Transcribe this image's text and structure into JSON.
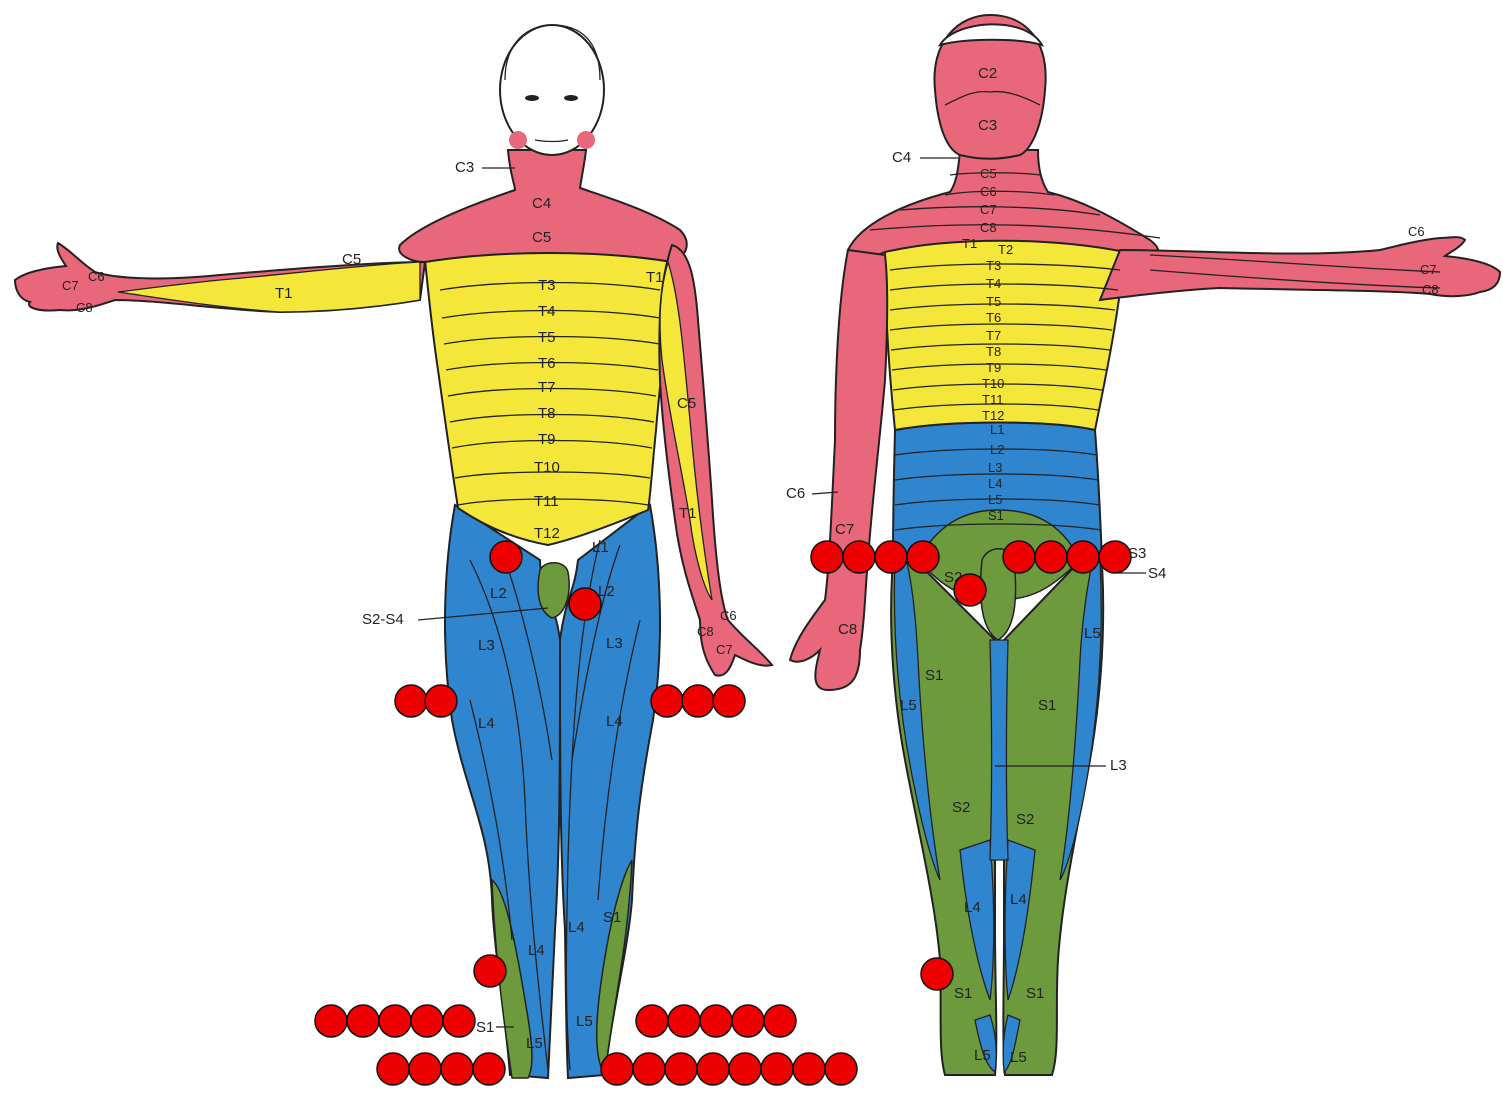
{
  "colors": {
    "cervical": "#e8677a",
    "thoracic": "#f5e63a",
    "lumbar": "#2f86cf",
    "sacral": "#6e9a3e",
    "marker": "#ee0000"
  },
  "front_view": {
    "labels": {
      "c3": "C3",
      "c4": "C4",
      "c5": "C5",
      "c5_arm": "C5",
      "c5_right": "C5",
      "c6": "C6",
      "c7": "C7",
      "c8": "C8",
      "t1_arm": "T1",
      "t1": "T1",
      "t1_right": "T1",
      "t3": "T3",
      "t4": "T4",
      "t5": "T5",
      "t6": "T6",
      "t7": "T7",
      "t8": "T8",
      "t9": "T9",
      "t10": "T10",
      "t11": "T11",
      "t12": "T12",
      "c6_hand": "C6",
      "c8_hand": "C8",
      "c7_hand": "C7",
      "l1": "L1",
      "l2_left": "L2",
      "l2_right": "L2",
      "s2s4": "S2-S4",
      "l3_left": "L3",
      "l3_right": "L3",
      "l4_left": "L4",
      "l4_right": "L4",
      "l4_shin": "L4",
      "l4_shin2": "L4",
      "s1_right": "S1",
      "s1_left": "S1",
      "l5_left": "L5",
      "l5_right": "L5"
    }
  },
  "back_view": {
    "labels": {
      "c2": "C2",
      "c3": "C3",
      "c4": "C4",
      "c5": "C5",
      "c6": "C6",
      "c7": "C7",
      "c8": "C8",
      "t1": "T1",
      "t2": "T2",
      "t3": "T3",
      "t4": "T4",
      "t5": "T5",
      "t6": "T6",
      "t7": "T7",
      "t8": "T8",
      "t9": "T9",
      "t10": "T10",
      "t11": "T11",
      "t12": "T12",
      "l1": "L1",
      "l2": "L2",
      "l3": "L3",
      "l4": "L4",
      "l5": "L5",
      "s1": "S1",
      "c6_arm": "C6",
      "c7_arm": "C7",
      "c8_hand": "C8",
      "c6_hand_right": "C6",
      "c7_hand_right": "C7",
      "c8_hand_right": "C8",
      "s3": "S3",
      "s4": "S4",
      "s2": "S2",
      "s1_thigh_left": "S1",
      "s1_thigh_right": "S1",
      "l5_thigh_left": "L5",
      "l5_thigh_right": "L5",
      "l3_pointer": "L3",
      "s2_calf_left": "S2",
      "s2_calf_right": "S2",
      "l4_calf_left": "L4",
      "l4_calf_right": "L4",
      "s1_foot_left": "S1",
      "s1_foot_right": "S1",
      "l5_foot_left": "L5",
      "l5_foot_right": "L5"
    }
  }
}
